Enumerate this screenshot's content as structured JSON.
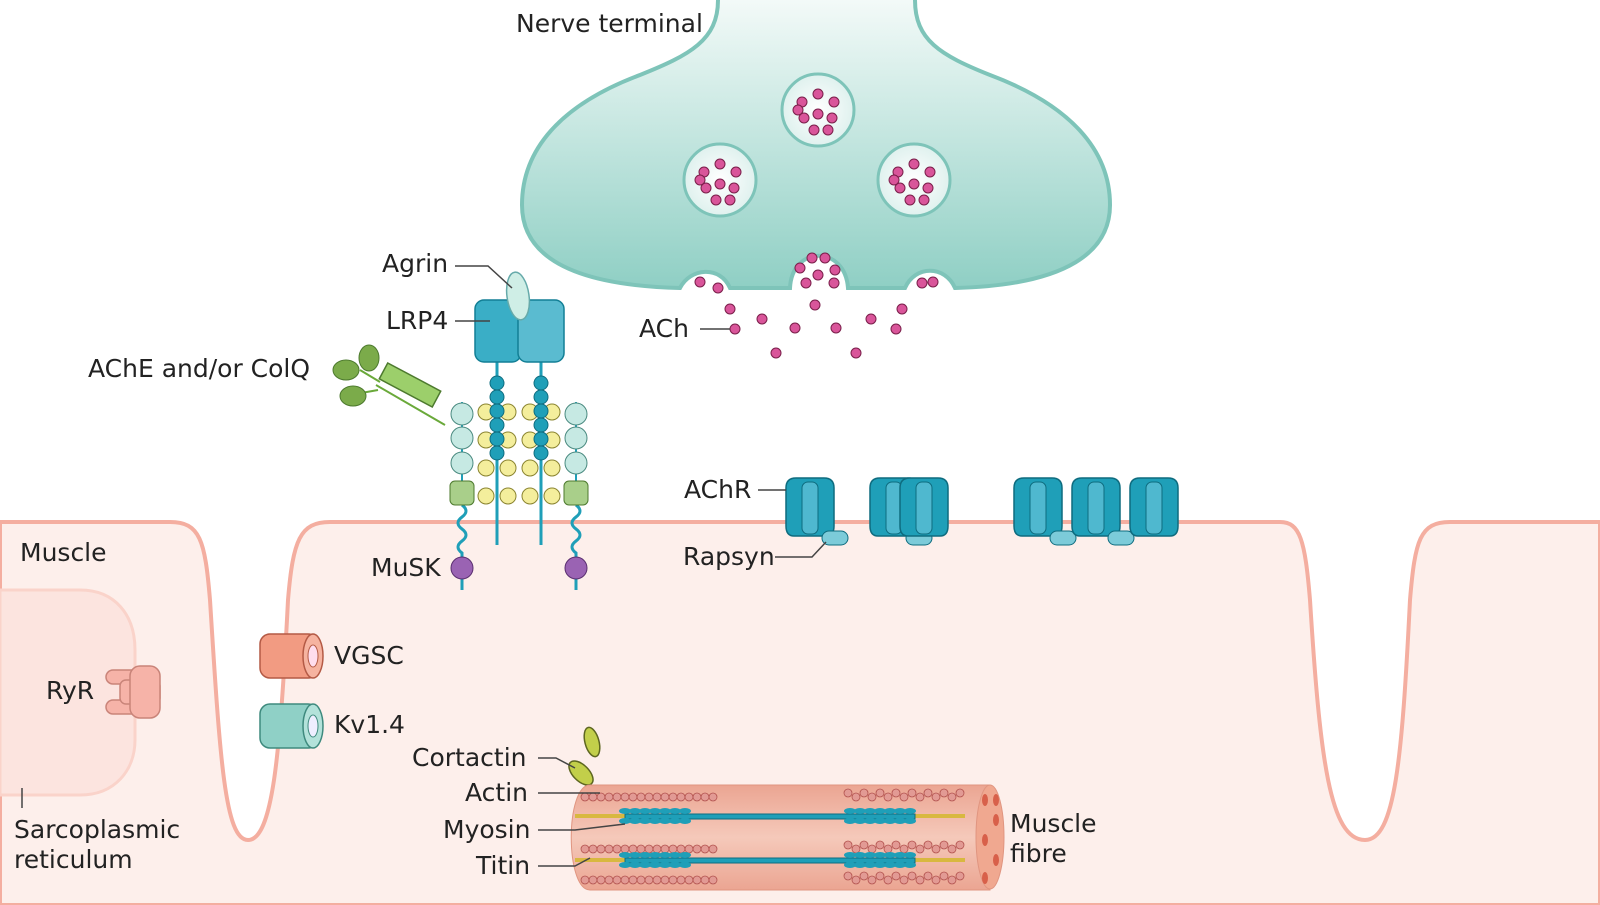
{
  "labels": {
    "nerve_terminal": "Nerve terminal",
    "agrin": "Agrin",
    "lrp4": "LRP4",
    "ache_colq": "AChE and/or ColQ",
    "ach": "ACh",
    "achr": "AChR",
    "rapsyn": "Rapsyn",
    "musk": "MuSK",
    "muscle": "Muscle",
    "ryr": "RyR",
    "vgsc": "VGSC",
    "kv14": "Kv1.4",
    "sarcoplasmic_1": "Sarcoplasmic",
    "sarcoplasmic_2": "reticulum",
    "cortactin": "Cortactin",
    "actin": "Actin",
    "myosin": "Myosin",
    "titin": "Titin",
    "muscle_fibre_1": "Muscle",
    "muscle_fibre_2": "fibre"
  },
  "colors": {
    "nerve_fill": "#a7dbd2",
    "nerve_stroke": "#7ec4b9",
    "muscle_fill": "#fdefeb",
    "muscle_stroke": "#f4aea0",
    "ach": "#d9559a",
    "receptor": "#1f9fb8",
    "musk_purple": "#9a63b3",
    "vgsc": "#f29b82",
    "kv": "#8fd0c6",
    "ache_green": "#7bab4a",
    "cortactin": "#c2cf4a"
  }
}
